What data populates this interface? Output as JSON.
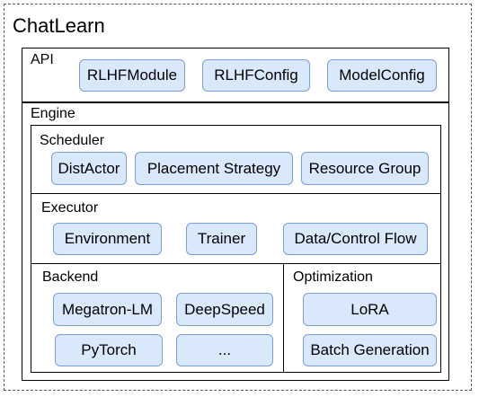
{
  "title": "ChatLearn",
  "api": {
    "label": "API",
    "items": [
      "RLHFModule",
      "RLHFConfig",
      "ModelConfig"
    ]
  },
  "engine": {
    "label": "Engine",
    "scheduler": {
      "label": "Scheduler",
      "items": [
        "DistActor",
        "Placement Strategy",
        "Resource Group"
      ]
    },
    "executor": {
      "label": "Executor",
      "items": [
        "Environment",
        "Trainer",
        "Data/Control Flow"
      ]
    },
    "backend": {
      "label": "Backend",
      "items": [
        "Megatron-LM",
        "DeepSpeed",
        "PyTorch",
        "..."
      ]
    },
    "optimization": {
      "label": "Optimization",
      "items": [
        "LoRA",
        "Batch Generation"
      ]
    }
  },
  "colors": {
    "box_fill": "#dae8fc",
    "box_border": "#7a9ed6",
    "outer_border": "#555555"
  }
}
